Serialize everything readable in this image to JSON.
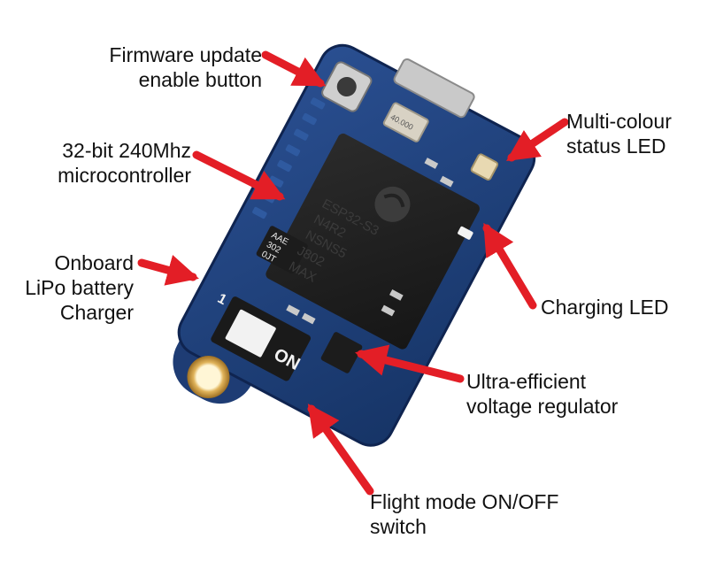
{
  "annotations": {
    "firmware_button": [
      "Firmware update",
      "enable button"
    ],
    "microcontroller": [
      "32-bit 240Mhz",
      "microcontroller"
    ],
    "battery_charger": [
      "Onboard",
      "LiPo battery",
      "Charger"
    ],
    "status_led": [
      "Multi-colour",
      "status LED"
    ],
    "charging_led": [
      "Charging LED"
    ],
    "voltage_regulator": [
      "Ultra-efficient",
      "voltage regulator"
    ],
    "flight_switch": [
      "Flight mode ON/OFF",
      "switch"
    ]
  },
  "board": {
    "chip_lines": [
      "ESP32-S3",
      "N4R2",
      "NSNS5",
      "J802",
      "MAX"
    ],
    "crystal_marking": "40.000",
    "charger_marking": [
      "AAE",
      "302",
      "0JT"
    ],
    "switch_on_label": "ON",
    "switch_number": "1"
  },
  "colors": {
    "arrow": "#e31e26",
    "pcb": "#1f3f7a",
    "chip": "#222222"
  }
}
